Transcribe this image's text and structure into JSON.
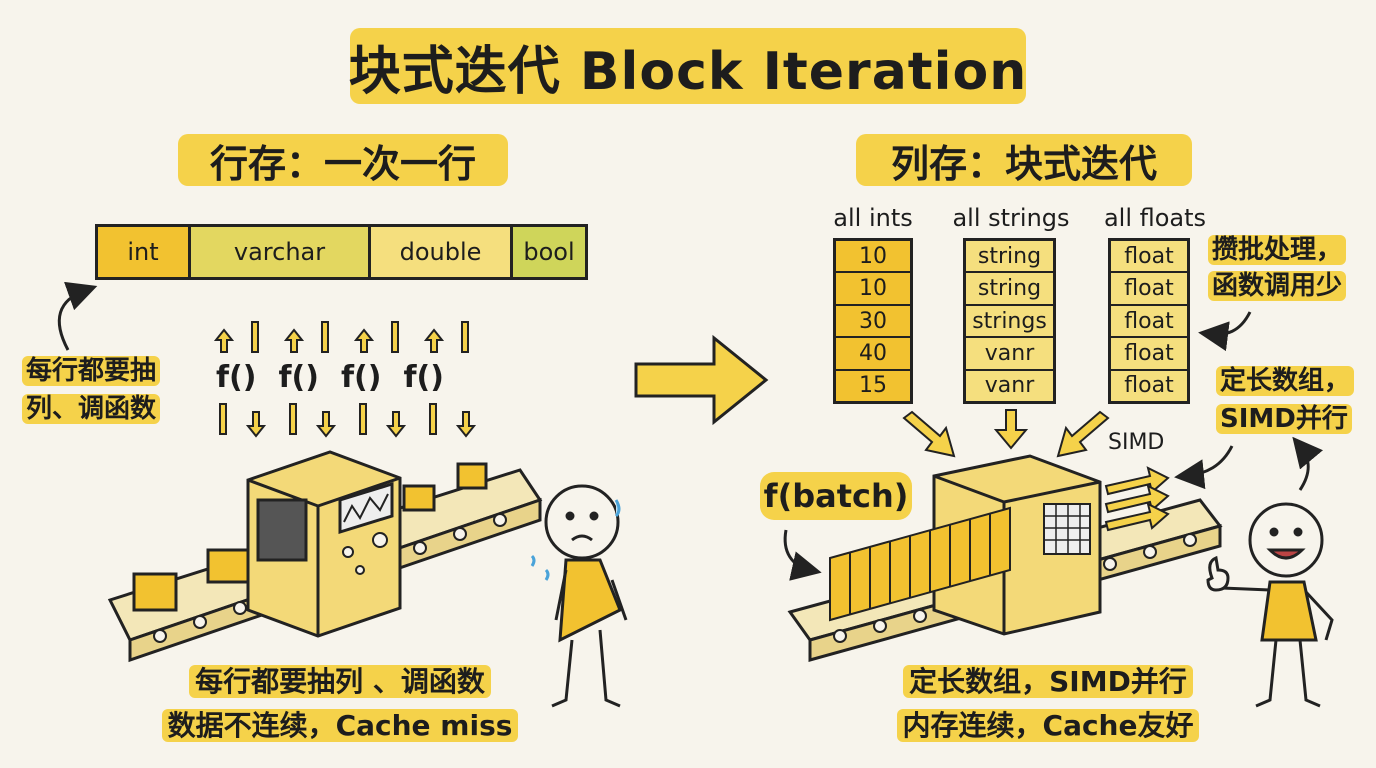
{
  "title": "块式迭代 Block Iteration",
  "left": {
    "heading": "行存：一次一行",
    "row_cells": [
      {
        "label": "int",
        "color": "#f2c230"
      },
      {
        "label": "varchar",
        "color": "#e3d760"
      },
      {
        "label": "double",
        "color": "#f5df7e"
      },
      {
        "label": "bool",
        "color": "#cfd55a"
      }
    ],
    "side_note": [
      "每行都要抽",
      "列、调函数"
    ],
    "functions": [
      "f()",
      "f()",
      "f()",
      "f()"
    ],
    "bottom_note": [
      "每行都要抽列 、调函数",
      "数据不连续，Cache miss"
    ]
  },
  "right": {
    "heading": "列存：块式迭代",
    "columns": [
      {
        "header": "all ints",
        "values": [
          "10",
          "10",
          "30",
          "40",
          "15"
        ],
        "color": "#f2c230"
      },
      {
        "header": "all strings",
        "values": [
          "string",
          "string",
          "strings",
          "vanr",
          "vanr"
        ],
        "color": "#f5df7e"
      },
      {
        "header": "all floats",
        "values": [
          "float",
          "float",
          "float",
          "float",
          "float"
        ],
        "color": "#f5df7e"
      }
    ],
    "note_batch": [
      "攒批处理，",
      "函数调用少"
    ],
    "note_simd": [
      "定长数组，",
      "SIMD并行"
    ],
    "simd_label": "SIMD",
    "batch_label": "f(batch)",
    "bottom_note": [
      "定长数组，SIMD并行",
      "内存连续，Cache友好"
    ]
  },
  "colors": {
    "accent": "#f5d24a",
    "machine": "#f3d978",
    "ink": "#222222"
  }
}
